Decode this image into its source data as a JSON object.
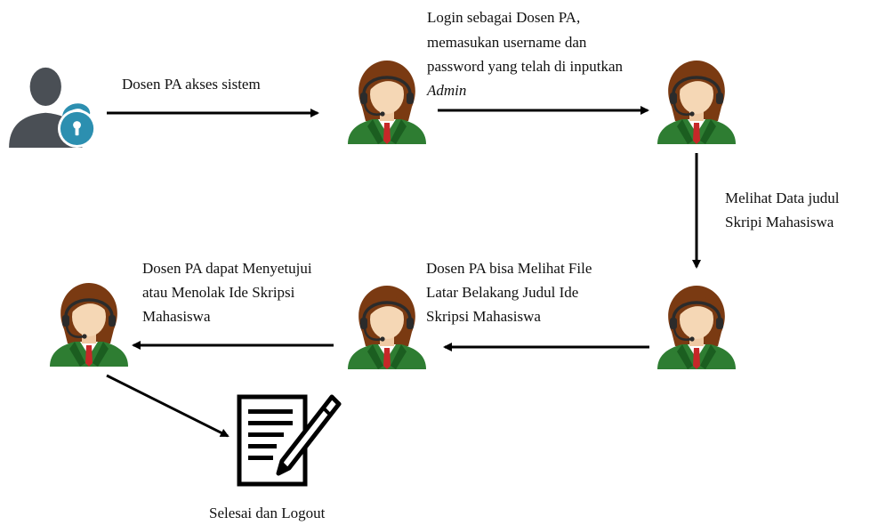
{
  "labels": {
    "step1": "Dosen PA akses sistem",
    "step2_line1": "Login sebagai Dosen PA,",
    "step2_line2": "memasukan username dan",
    "step2_line3": "password yang telah di inputkan",
    "step2_line4": "Admin",
    "step3_line1": "Melihat Data judul",
    "step3_line2": "Skripi Mahasiswa",
    "step4_line1": "Dosen PA bisa Melihat File",
    "step4_line2": "Latar Belakang  Judul Ide",
    "step4_line3": "Skripsi Mahasiswa",
    "step5_line1": "Dosen PA dapat Menyetujui",
    "step5_line2": "atau Menolak Ide Skripsi",
    "step5_line3": "Mahasiswa",
    "step6": "Selesai dan Logout"
  },
  "icons": {
    "user": "user-unlock-icon",
    "operator": "operator-headset-icon",
    "document": "document-pen-icon"
  },
  "colors": {
    "suit": "#2e7d32",
    "suit_dark": "#1b5e20",
    "hair": "#7a3a12",
    "skin": "#f5d7b5",
    "tie": "#c62828",
    "headset": "#2b2b2b",
    "user_gray": "#4a4f55",
    "lock_teal": "#2c8fb0",
    "arrow": "#000000"
  }
}
